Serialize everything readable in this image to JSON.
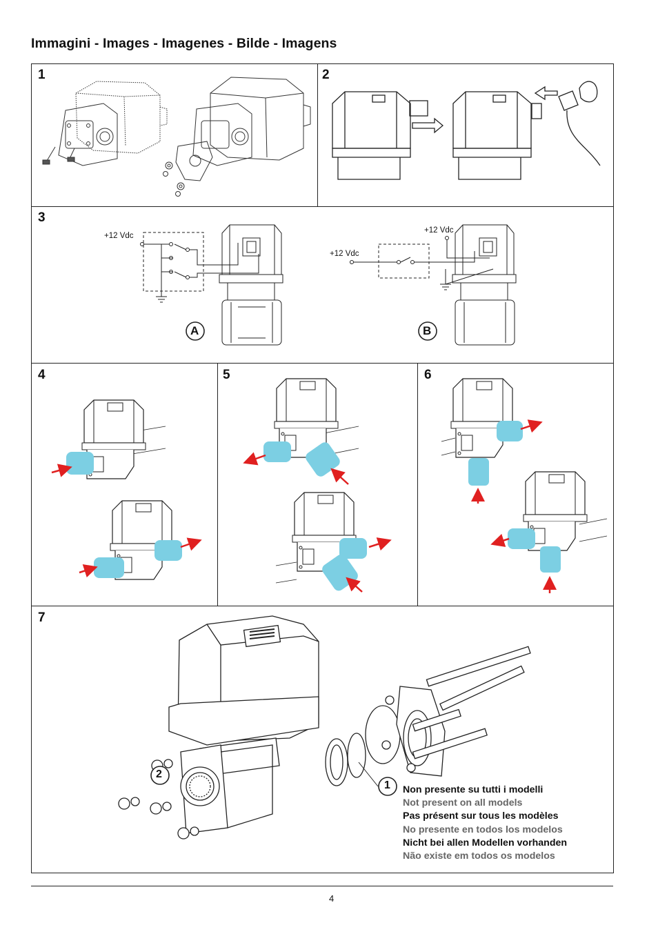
{
  "title": "Immagini - Images - Imagenes - Bilde - Imagens",
  "panels": {
    "p1": "1",
    "p2": "2",
    "p3": "3",
    "p4": "4",
    "p5": "5",
    "p6": "6",
    "p7": "7"
  },
  "diagram3": {
    "supply_a": "+12 Vdc",
    "supply_b1": "+12 Vdc",
    "supply_b2": "+12 Vdc",
    "label_a": "A",
    "label_b": "B"
  },
  "diagram7": {
    "callout_2": "2",
    "callout_1": "1"
  },
  "notes": [
    "Non presente su tutti i modelli",
    "Not present on all models",
    "Pas présent sur tous les modèles",
    "No presente en todos los modelos",
    "Nicht bei allen Modellen vorhanden",
    "Não existe em todos os modelos"
  ],
  "page_number": "4",
  "colors": {
    "pipe": "#7ccfe3",
    "arrow": "#e02020",
    "line": "#222222"
  }
}
